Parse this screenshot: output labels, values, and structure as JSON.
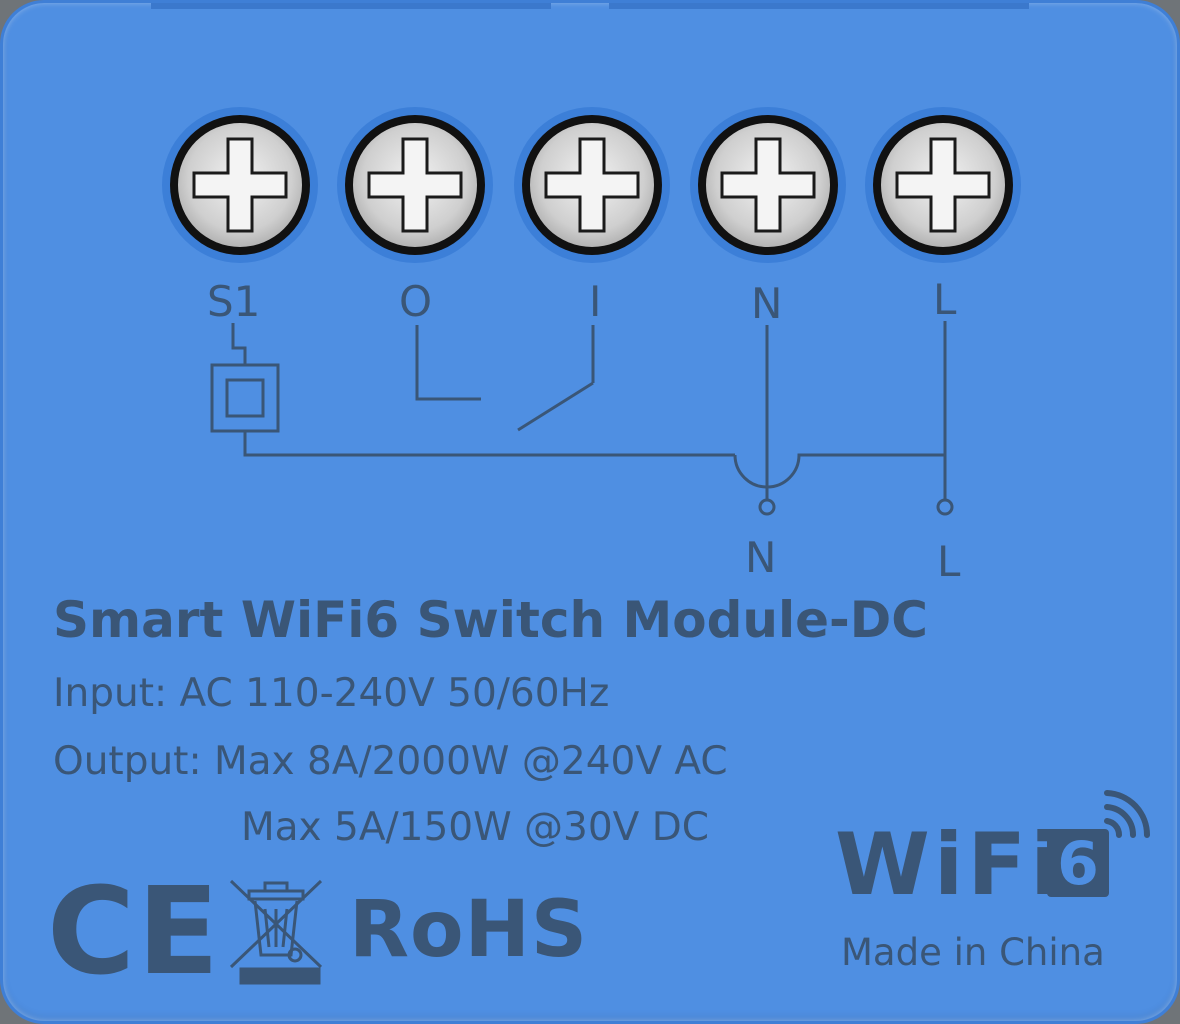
{
  "terminals": {
    "top_labels": [
      "S1",
      "O",
      "I",
      "N",
      "L"
    ],
    "bottom_labels": [
      "N",
      "L"
    ]
  },
  "specs": {
    "title": "Smart WiFi6 Switch Module-DC",
    "input": "Input: AC 110-240V 50/60Hz",
    "output_ac": "Output: Max 8A/2000W @240V AC",
    "output_dc": "Max 5A/150W @30V DC"
  },
  "marks": {
    "ce": "CE",
    "rohs": "RoHS",
    "wifi_text": "WiFi",
    "wifi_number": "6",
    "made_in": "Made in China",
    "icons": [
      "weee-crossed-bin-icon",
      "wifi-signal-icon"
    ]
  },
  "colors": {
    "body_blue": "#4f8fe2",
    "print_color": "#3a5677",
    "screw_metal": "#d8d8d8",
    "screw_ring": "#111111"
  }
}
